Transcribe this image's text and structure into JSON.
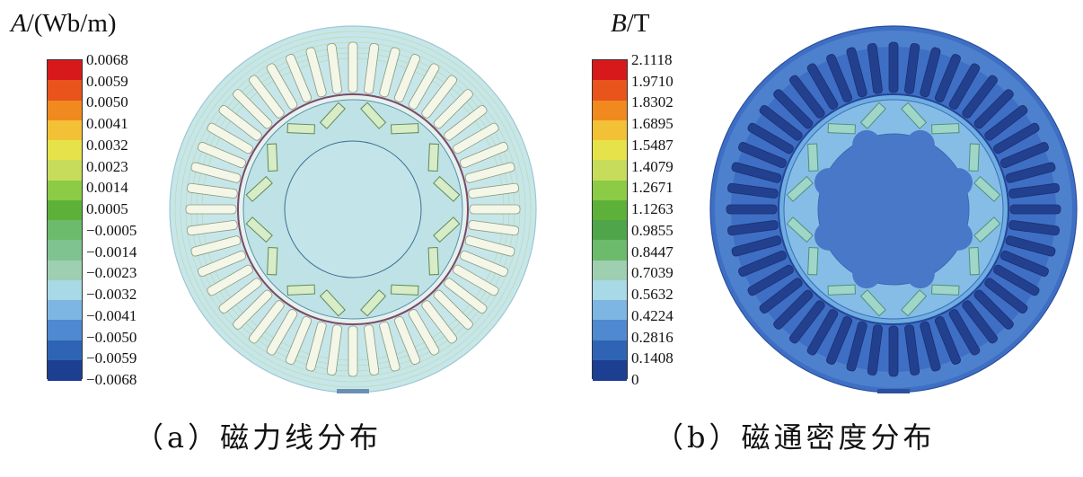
{
  "panel_a": {
    "legend_title_var": "A",
    "legend_title_unit": "/(Wb/m)",
    "legend_labels": [
      "0.0068",
      "0.0059",
      "0.0050",
      "0.0041",
      "0.0032",
      "0.0023",
      "0.0014",
      "0.0005",
      "−0.0005",
      "−0.0014",
      "−0.0023",
      "−0.0032",
      "−0.0041",
      "−0.0050",
      "−0.0059",
      "−0.0068"
    ],
    "legend_colors": [
      "#d7191c",
      "#e8541c",
      "#f08a1f",
      "#f3c136",
      "#e5e24a",
      "#c7dc5a",
      "#8ccb46",
      "#5db139",
      "#6cbb6c",
      "#7fc391",
      "#9ecfb0",
      "#a8d9e6",
      "#7db6e3",
      "#4f89cf",
      "#2f64b4",
      "#1d3f91"
    ],
    "caption": "（a）磁力线分布"
  },
  "panel_b": {
    "legend_title_var": "B",
    "legend_title_unit": "/T",
    "legend_labels": [
      "2.1118",
      "1.9710",
      "1.8302",
      "1.6895",
      "1.5487",
      "1.4079",
      "1.2671",
      "1.1263",
      "0.9855",
      "0.8447",
      "0.7039",
      "0.5632",
      "0.4224",
      "0.2816",
      "0.1408",
      "0"
    ],
    "legend_colors": [
      "#d7191c",
      "#e8541c",
      "#f08a1f",
      "#f3c136",
      "#e5e24a",
      "#c7dc5a",
      "#8ccb46",
      "#5db139",
      "#4fa64a",
      "#6cbb6c",
      "#9ecfb0",
      "#a8d9e6",
      "#7db6e3",
      "#4f89cf",
      "#2f64b4",
      "#1d3f91"
    ],
    "caption": "（b）磁通密度分布"
  }
}
